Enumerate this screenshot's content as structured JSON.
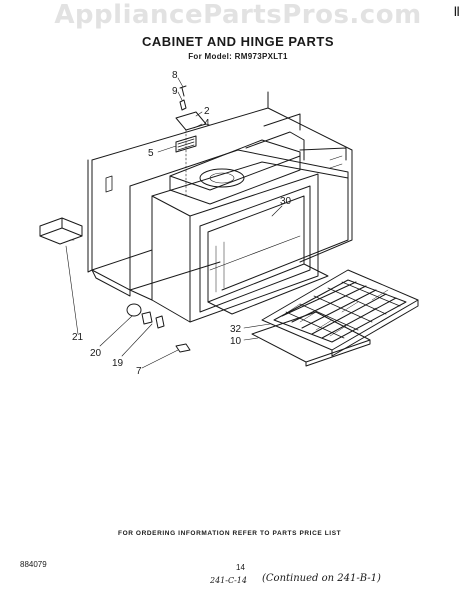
{
  "header": {
    "watermark": "AppliancePartsPros.com",
    "title": "CABINET AND HINGE PARTS",
    "model_line": "For Model: RM973PXLT1",
    "corner_mark": "||"
  },
  "callouts": {
    "c8": "8",
    "c9": "9",
    "c2": "2",
    "c4": "4",
    "c5": "5",
    "c30": "30",
    "c21": "21",
    "c20": "20",
    "c19": "19",
    "c7": "7",
    "c32": "32",
    "c10": "10"
  },
  "footer": {
    "ordering_info": "FOR ORDERING INFORMATION REFER TO PARTS PRICE LIST",
    "figure_number": "884079",
    "page_number": "14",
    "ref_code": "241-C-14",
    "continued_note": "(Continued on 241-B-1)"
  }
}
